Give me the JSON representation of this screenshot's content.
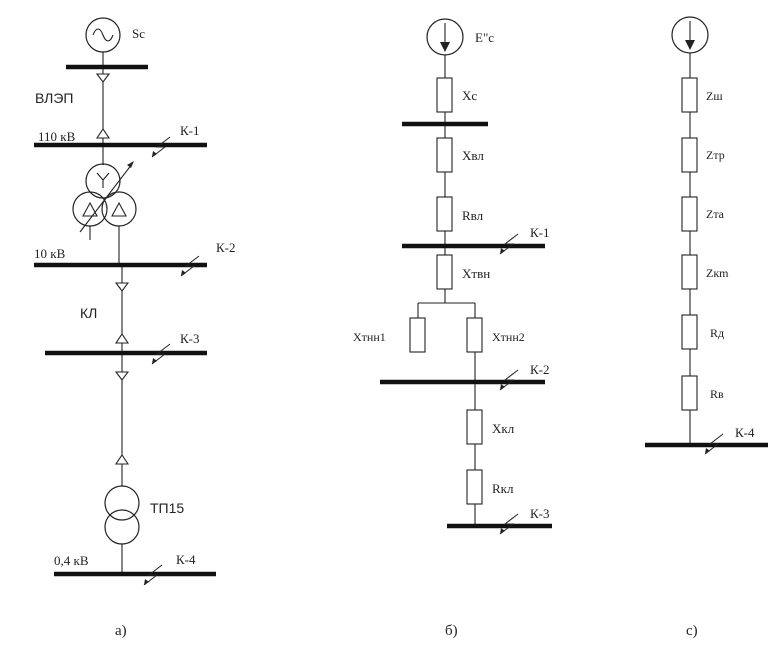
{
  "diagram_a": {
    "source_label": "Sc",
    "line_label": "ВЛЭП",
    "bus_110_label": "110 кВ",
    "k1_label": "К-1",
    "bus_10_label": "10 кВ",
    "k2_label": "К-2",
    "cable_label": "КЛ",
    "k3_label": "К-3",
    "transformer_label": "ТП15",
    "bus_04_label": "0,4 кВ",
    "k4_label": "К-4",
    "caption": "а)"
  },
  "diagram_b": {
    "source_label": "E\"c",
    "xc_label": "Xc",
    "xvl_label": "Xвл",
    "rvl_label": "Rвл",
    "k1_label": "К-1",
    "xtvn_label": "Xтвн",
    "xtnn1_label": "Xтнн1",
    "xtnn2_label": "Xтнн2",
    "k2_label": "К-2",
    "xkl_label": "Xкл",
    "rkl_label": "Rкл",
    "k3_label": "К-3",
    "caption": "б)"
  },
  "diagram_c": {
    "z_sh_label": "Zш",
    "z_tr_label": "Zтр",
    "z_ta_label": "Zтa",
    "z_km_label": "Zкm",
    "rd_label": "Rд",
    "rv_label": "Rв",
    "k4_label": "К-4",
    "caption": "с)"
  }
}
